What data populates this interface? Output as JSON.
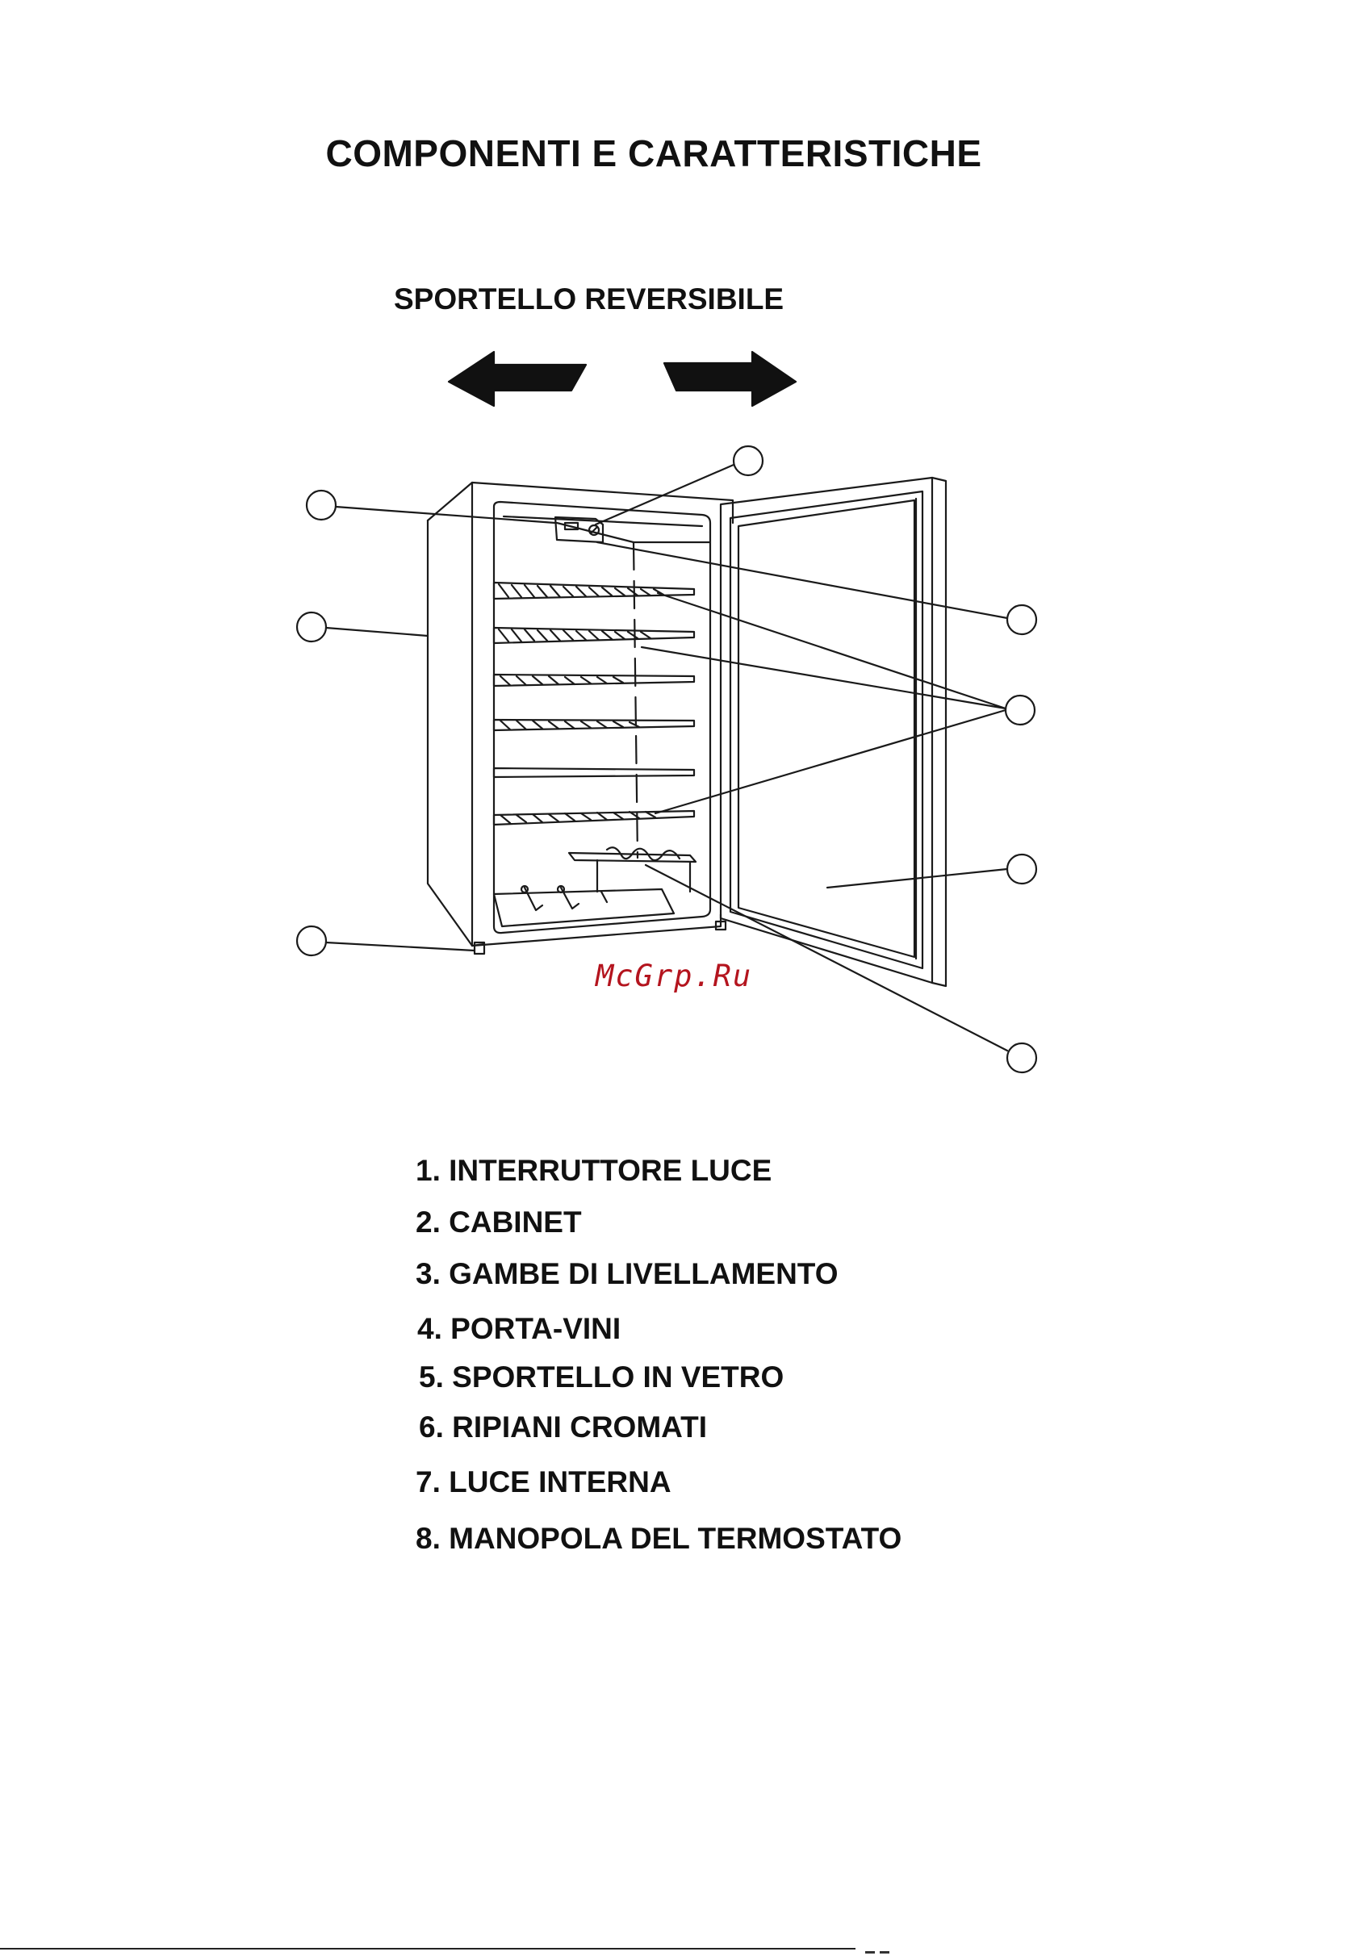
{
  "header": {
    "title": "COMPONENTI E CARATTERISTICHE",
    "subtitle": "SPORTELLO REVERSIBILE"
  },
  "watermark": "McGrp.Ru",
  "legend": [
    {
      "label": "1. INTERRUTTORE LUCE"
    },
    {
      "label": "2. CABINET"
    },
    {
      "label": "3. GAMBE DI LIVELLAMENTO"
    },
    {
      "label": "4. PORTA-VINI"
    },
    {
      "label": "5. SPORTELLO IN VETRO"
    },
    {
      "label": "6. RIPIANI CROMATI"
    },
    {
      "label": "7. LUCE INTERNA"
    },
    {
      "label": "8. MANOPOLA DEL TERMOSTATO"
    }
  ],
  "icons": {
    "door_left": "arrow-left-icon",
    "door_right": "arrow-right-icon"
  },
  "colors": {
    "line": "#1a1a1a",
    "text": "#111111",
    "watermark": "#b4141e"
  }
}
